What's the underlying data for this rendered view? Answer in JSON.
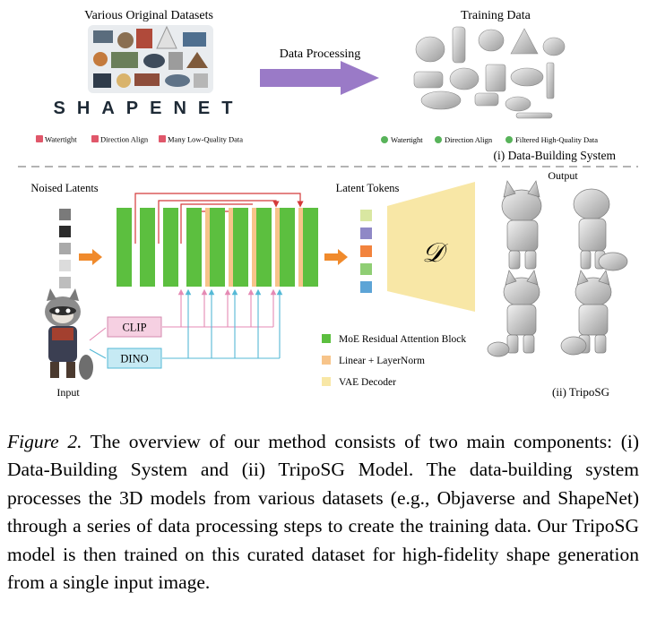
{
  "top": {
    "original_title": "Various Original Datasets",
    "shapenet_logo": "SHAPENET",
    "arrow_label": "Data Processing",
    "training_title": "Training Data",
    "bad_checks": [
      "Watertight",
      "Direction Align",
      "Many Low-Quality Data"
    ],
    "good_checks": [
      "Watertight",
      "Direction Align",
      "Filtered High-Quality Data"
    ],
    "section_label": "(i) Data-Building System"
  },
  "bottom": {
    "noised_label": "Noised Latents",
    "latent_label": "Latent Tokens",
    "output_label": "Output",
    "input_label": "Input",
    "clip_label": "CLIP",
    "dino_label": "DINO",
    "decoder_symbol": "𝒟",
    "section_label": "(ii) TripoSG",
    "legend": [
      {
        "label": "MoE Residual Attention Block",
        "color": "#5cbf3f"
      },
      {
        "label": "Linear + LayerNorm",
        "color": "#f7c48a"
      },
      {
        "label": "VAE Decoder",
        "color": "#f8e7a6"
      }
    ],
    "noised_colors": [
      "#7a7a7a",
      "#2b2b2b",
      "#a9a9a9",
      "#dcdcdc",
      "#bdbdbd"
    ],
    "token_colors": [
      "#d9e7a1",
      "#8f88c6",
      "#f2833d",
      "#8fce74",
      "#5da4d6"
    ]
  },
  "caption": {
    "label": "Figure 2.",
    "text": "The overview of our method consists of two main components: (i) Data-Building System and (ii) TripoSG Model. The data-building system processes the 3D models from various datasets (e.g., Objaverse and ShapeNet) through a series of data processing steps to create the training data. Our TripoSG model is then trained on this curated dataset for high-fidelity shape generation from a single input image."
  }
}
